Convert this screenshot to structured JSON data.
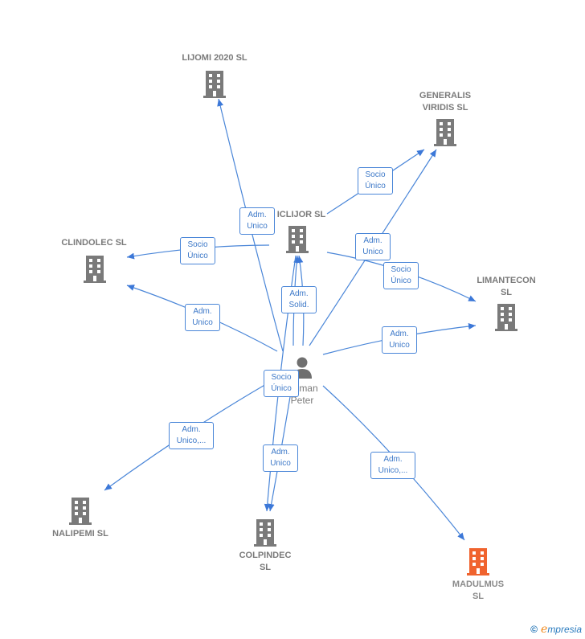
{
  "colors": {
    "edge": "#4a86d8",
    "building": "#7a7a7a",
    "highlight": "#f0632e"
  },
  "center": {
    "label": "...sman\nPeter"
  },
  "companies": [
    {
      "id": "lijomi",
      "label": "LIJOMI 2020  SL"
    },
    {
      "id": "generalis",
      "label": "GENERALIS\nVIRIDIS  SL"
    },
    {
      "id": "iclijor",
      "label": "ICLIJOR  SL"
    },
    {
      "id": "clindolec",
      "label": "CLINDOLEC  SL"
    },
    {
      "id": "limantecon",
      "label": "LIMANTECON\nSL"
    },
    {
      "id": "nalipemi",
      "label": "NALIPEMI SL"
    },
    {
      "id": "colpindec",
      "label": "COLPINDEC\nSL"
    },
    {
      "id": "madulmus",
      "label": "MADULMUS\nSL",
      "highlight": true
    }
  ],
  "relations": [
    {
      "id": "r1",
      "label": "Adm.\nUnico"
    },
    {
      "id": "r2",
      "label": "Socio\nÚnico"
    },
    {
      "id": "r3",
      "label": "Socio\nÚnico"
    },
    {
      "id": "r4",
      "label": "Adm.\nUnico"
    },
    {
      "id": "r5",
      "label": "Adm.\nSolid."
    },
    {
      "id": "r6",
      "label": "Adm.\nUnico"
    },
    {
      "id": "r7",
      "label": "Socio\nÚnico"
    },
    {
      "id": "r8",
      "label": "Adm.\nUnico"
    },
    {
      "id": "r9",
      "label": "Socio\nÚnico"
    },
    {
      "id": "r10",
      "label": "Adm.\nUnico,..."
    },
    {
      "id": "r11",
      "label": "Adm.\nUnico"
    },
    {
      "id": "r12",
      "label": "Adm.\nUnico,..."
    }
  ],
  "footer": {
    "copyright": "©",
    "brand_e": "e",
    "brand_rest": "mpresia"
  }
}
